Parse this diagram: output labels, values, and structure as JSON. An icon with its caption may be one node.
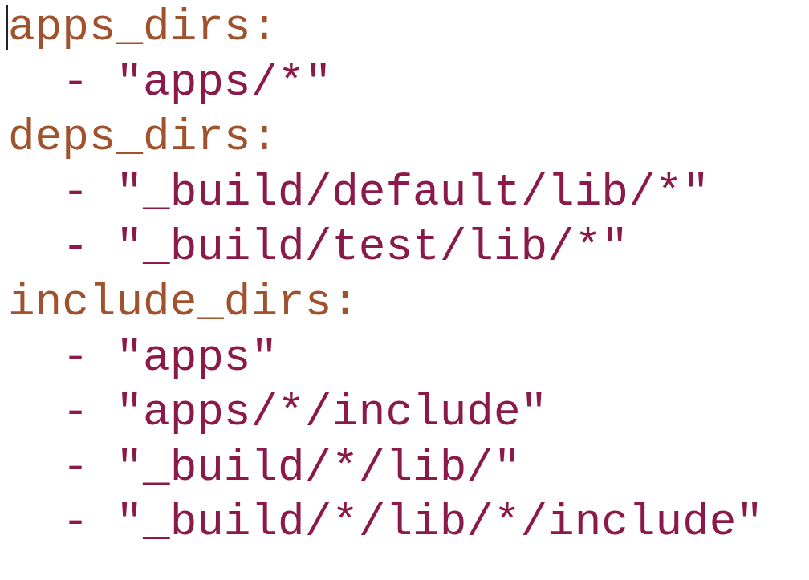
{
  "diagram": {
    "labels": [
      "apps_dirs:",
      "- \"apps/*\"",
      "deps_dirs:",
      "- \"_build/default/lib/*\"",
      "- \"_build/test/lib/*\"",
      "include_dirs:",
      "- \"apps\"",
      "- \"apps/*/include\"",
      "- \"_build/*/lib/\"",
      "- \"_build/*/lib/*/include\""
    ]
  }
}
